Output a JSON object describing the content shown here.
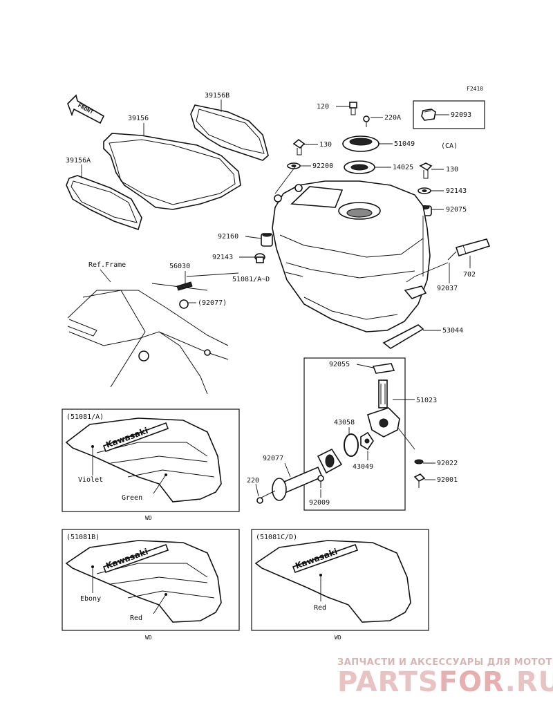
{
  "figure_code": "F2410",
  "front_label": "FRONT",
  "ref_frame_label": "Ref.Frame",
  "part_labels": {
    "p39156": "39156",
    "p39156B": "39156B",
    "p39156A": "39156A",
    "p120": "120",
    "p220A": "220A",
    "p92093": "92093",
    "p130a": "130",
    "p51049": "51049",
    "p92200": "92200",
    "p14025": "14025",
    "p130b": "130",
    "p92143a": "92143",
    "p92075": "92075",
    "p92160": "92160",
    "p92143b": "92143",
    "p702": "702",
    "p56030": "56030",
    "p92077a": "(92077)",
    "p51081": "51081/A~D",
    "p92037": "92037",
    "p53044": "53044",
    "p92055": "92055",
    "p51023": "51023",
    "p43058": "43058",
    "p43049": "43049",
    "p92077b": "92077",
    "p220": "220",
    "p92009": "92009",
    "p92022": "92022",
    "p92001": "92001",
    "ca_label": "(CA)"
  },
  "variants": [
    {
      "code": "(51081/A)",
      "color_top": "Violet",
      "color_bottom": "Green",
      "brand": "Kawasaki",
      "market": "WD"
    },
    {
      "code": "(51081B)",
      "color_top": "Ebony",
      "color_bottom": "Red",
      "brand": "Kawasaki",
      "market": "WD"
    },
    {
      "code": "(51081C/D)",
      "color_top": "Red",
      "brand": "Kawasaki",
      "market": "WD"
    }
  ],
  "watermark": {
    "subtitle": "ЗАПЧАСТИ И АКСЕССУАРЫ ДЛЯ МОТОТЕХНИКИ",
    "brand_part1": "PARTS",
    "brand_part2": "FOR",
    "brand_part3": ".RU"
  }
}
